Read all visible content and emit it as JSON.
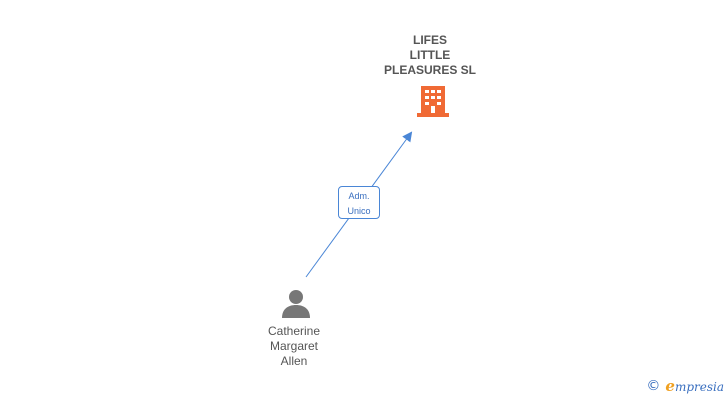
{
  "company": {
    "name": "LIFES\nLITTLE\nPLEASURES SL",
    "icon": "building-icon",
    "color": "#f06a35"
  },
  "person": {
    "name": "Catherine\nMargaret\nAllen",
    "icon": "person-icon",
    "color": "#777777"
  },
  "relationship": {
    "label": "Adm.\nUnico",
    "color": "#4a86d6"
  },
  "footer": {
    "copyright_symbol": "©",
    "brand_initial": "e",
    "brand_rest": "mpresia"
  }
}
